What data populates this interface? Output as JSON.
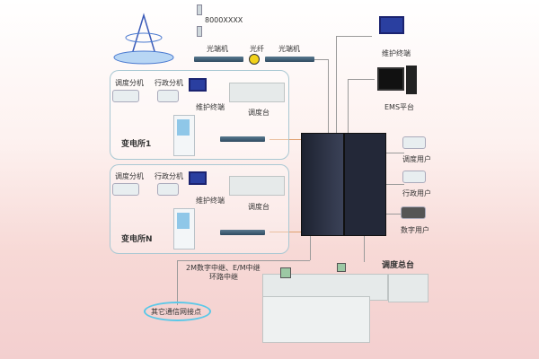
{
  "top": {
    "phone_number": "8000XXXX",
    "optical_terminal_left": "光端机",
    "fiber": "光纤",
    "optical_terminal_right": "光端机"
  },
  "right": {
    "maintenance_terminal": "维护终端",
    "ems_platform": "EMS平台",
    "dispatch_user": "调度用户",
    "admin_user": "行政用户",
    "digital_user": "数字用户",
    "main_console": "调度总台"
  },
  "substation1": {
    "dispatch_ext": "调度分机",
    "admin_ext": "行政分机",
    "maintenance_terminal": "维护终端",
    "console": "调度台",
    "name": "变电所1"
  },
  "substationN": {
    "dispatch_ext": "调度分机",
    "admin_ext": "行政分机",
    "maintenance_terminal": "维护终端",
    "console": "调度台",
    "name": "变电所N"
  },
  "bottom": {
    "trunk_line1": "2M数字中继、E/M中继",
    "trunk_line2": "环路中继",
    "other_network": "其它通信网接点"
  }
}
